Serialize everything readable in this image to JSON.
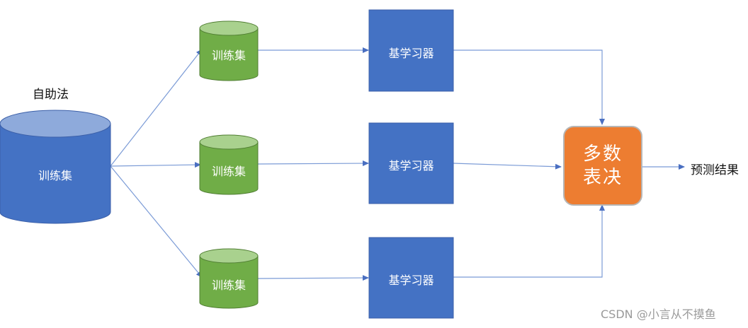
{
  "bootstrap_label": "自助法",
  "full_dataset_label": "训练集",
  "training_sets": [
    "训练集",
    "训练集",
    "训练集"
  ],
  "base_learners": [
    "基学习器",
    "基学习器",
    "基学习器"
  ],
  "vote_line1": "多数",
  "vote_line2": "表决",
  "output_label": "预测结果",
  "watermark": "CSDN @小言从不摸鱼",
  "colors": {
    "dataset_blue": "#4472c4",
    "dataset_top": "#8eaadb",
    "training_green": "#70ad47",
    "training_top": "#a9d18e",
    "learner_blue": "#4472c4",
    "vote_orange": "#ed7d31",
    "arrow": "#6e8fd0"
  }
}
